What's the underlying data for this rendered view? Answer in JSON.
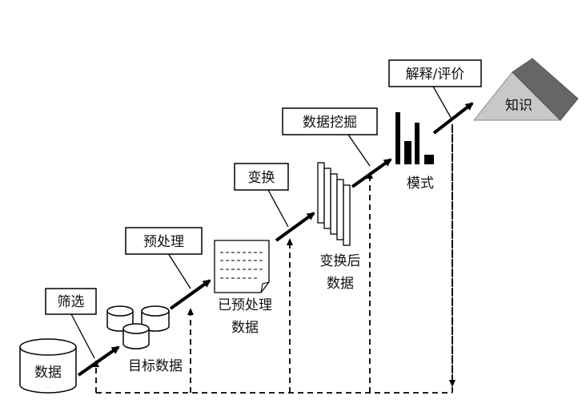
{
  "diagram": {
    "steps": {
      "filter": "筛选",
      "preprocess": "预处理",
      "transform": "变换",
      "mining": "数据挖掘",
      "interpret": "解释/评价"
    },
    "items": {
      "data": "数据",
      "target_data": "目标数据",
      "preprocessed_line1": "已预处理",
      "preprocessed_line2": "数据",
      "transformed_line1": "变换后",
      "transformed_line2": "数据",
      "patterns": "模式",
      "knowledge": "知识"
    }
  }
}
